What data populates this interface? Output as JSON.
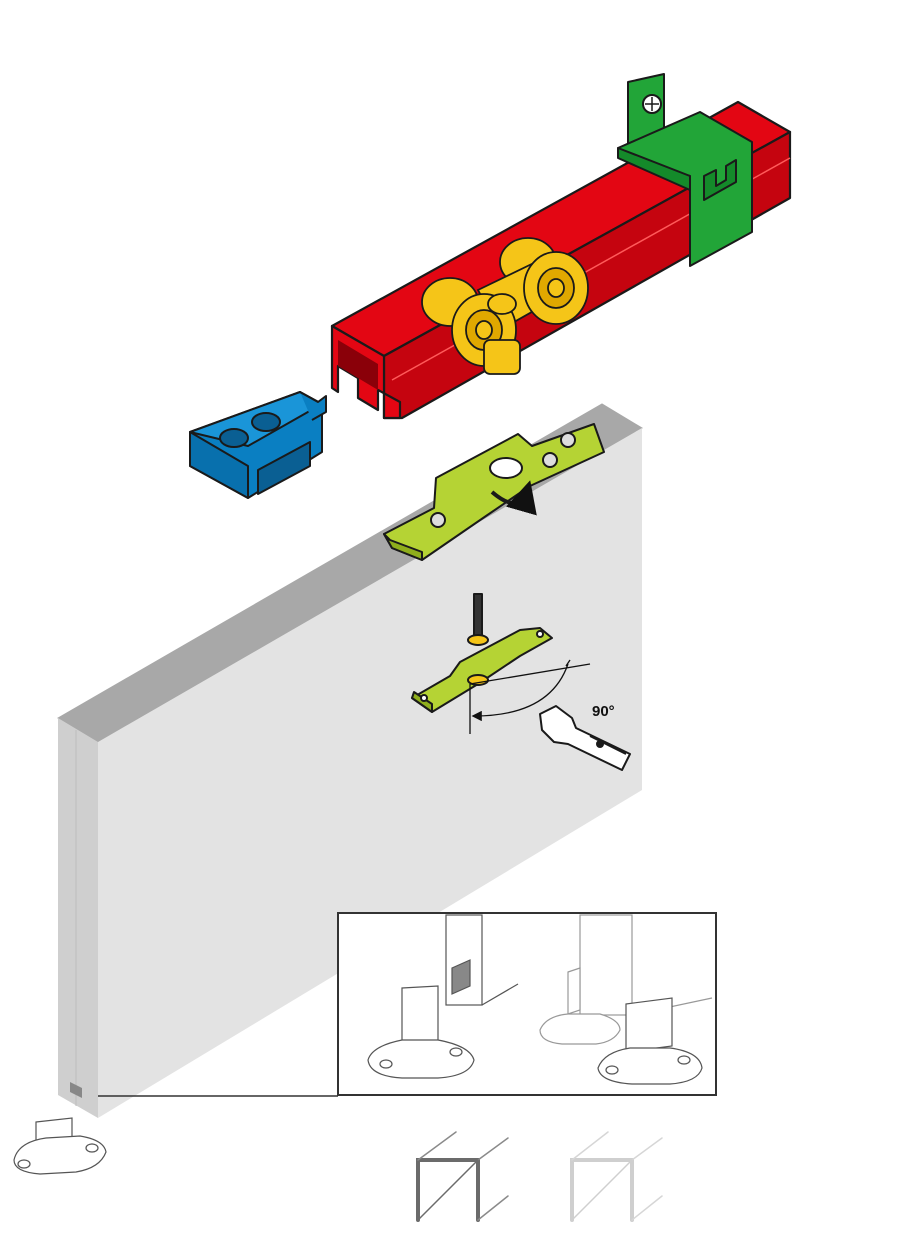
{
  "diagram": {
    "angle_label": "90°",
    "colors": {
      "rail": "#e30613",
      "end_stop": "#0a7fc2",
      "wall_bracket": "#22a538",
      "trolley": "#f5c518",
      "door_bracket": "#b5d334",
      "door_face": "#e3e3e3",
      "door_top": "#a8a8a8",
      "guide": "#ffffff",
      "outline": "#1a1a1a"
    },
    "components": [
      "red-track-rail",
      "green-wall-bracket",
      "yellow-trolley",
      "blue-end-stop",
      "green-door-bracket",
      "adjusting-bracket-with-bolt",
      "wrench",
      "door-panel",
      "floor-guide",
      "floor-guide-detail-inset",
      "guide-channel-profiles"
    ]
  }
}
